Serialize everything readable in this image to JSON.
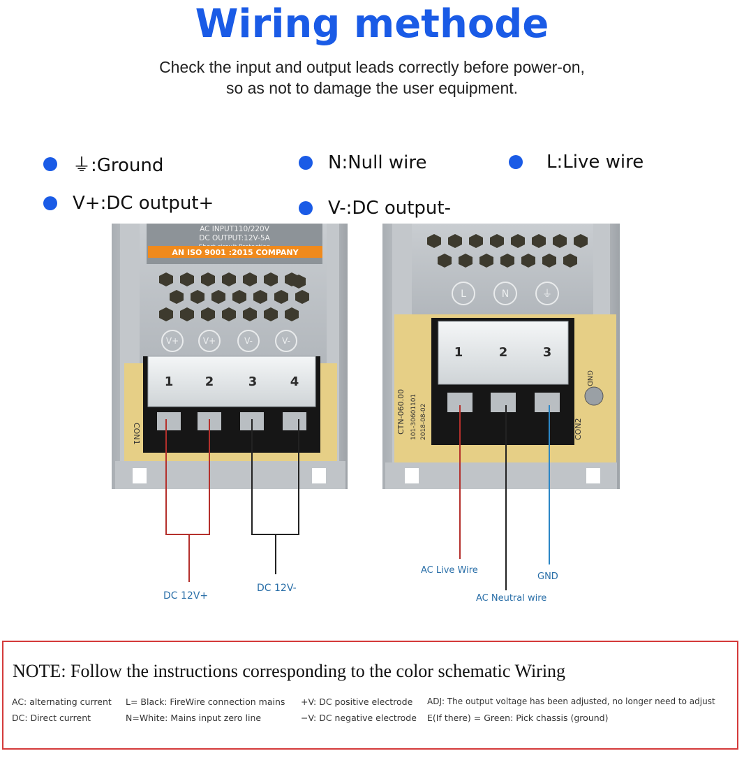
{
  "header": {
    "title": "Wiring methode",
    "subtitle_line1": "Check the input and output leads correctly before power-on,",
    "subtitle_line2": "so as not to damage the user equipment."
  },
  "legend": [
    {
      "label": "⏚:Ground"
    },
    {
      "label": "N:Null wire"
    },
    {
      "label": "L:Live wire"
    },
    {
      "label": "V+:DC output+"
    },
    {
      "label": "V-:DC output-"
    }
  ],
  "left_unit": {
    "label_text": [
      "AC INPUT110/220V",
      "DC OUTPUT:12V-5A",
      "Short circuit Protection"
    ],
    "badge": "AN ISO 9001 :2015 COMPANY",
    "terminal_marks": [
      "V+",
      "V+",
      "V-",
      "V-"
    ],
    "terminal_numbers": [
      "1",
      "2",
      "3",
      "4"
    ],
    "board_label": "CON1",
    "wire_labels": {
      "dc_plus": "DC 12V+",
      "dc_minus": "DC 12V-"
    }
  },
  "right_unit": {
    "terminal_marks": [
      "L",
      "N",
      "⏚"
    ],
    "terminal_numbers": [
      "1",
      "2",
      "3"
    ],
    "board_label": "CON2",
    "board_codes": [
      "CTN-060.00",
      "101-30601101",
      "2018-08-02"
    ],
    "gnd_label": "GND",
    "wire_labels": {
      "live": "AC Live Wire",
      "gnd": "GND",
      "neutral": "AC Neutral wire"
    }
  },
  "note": {
    "title": "NOTE: Follow the instructions corresponding to the color schematic Wiring",
    "defs_row1": [
      "AC: alternating current",
      "L= Black: FireWire connection mains",
      "+V: DC positive electrode",
      "ADJ: The output voltage has been adjusted, no longer need to adjust"
    ],
    "defs_row2": [
      "DC: Direct current",
      "N=White: Mains input zero line",
      "−V: DC negative electrode",
      "E(If there)  =  Green: Pick chassis (ground)"
    ]
  },
  "colors": {
    "title_blue": "#1a5be6",
    "wire_red": "#b4302c",
    "wire_blue": "#2b86c5",
    "wire_black": "#222222",
    "label_blue": "#2a6fa8",
    "note_border": "#d43a3a"
  }
}
